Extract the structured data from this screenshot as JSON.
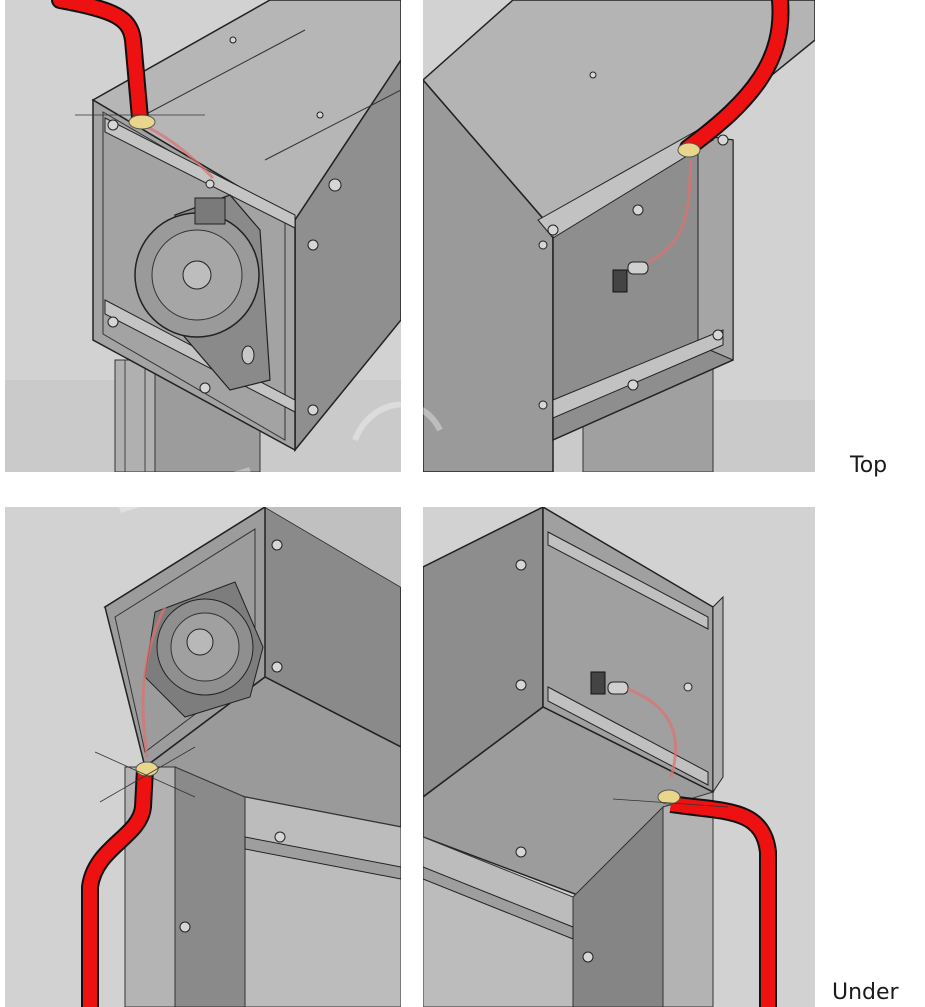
{
  "captions": {
    "top": "Top",
    "under": "Under"
  },
  "colors": {
    "cable": "#ee1111",
    "grommet": "#e8d68c",
    "background": "#d2d2d2",
    "body_light": "#a4a4a4",
    "body_dark": "#8e8e8e",
    "edge": "#222222"
  },
  "views": [
    {
      "id": "top-front",
      "group": "top"
    },
    {
      "id": "top-rear",
      "group": "top"
    },
    {
      "id": "under-front",
      "group": "under"
    },
    {
      "id": "under-rear",
      "group": "under"
    }
  ]
}
